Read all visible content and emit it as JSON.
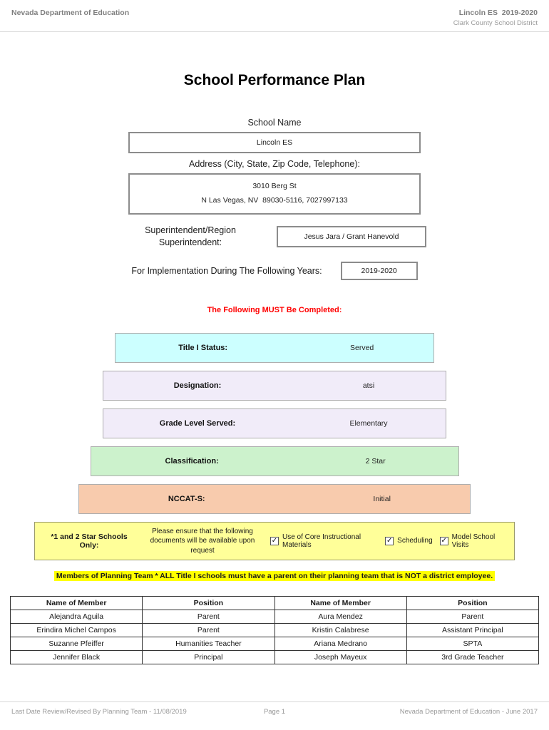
{
  "header": {
    "left": "Nevada Department of Education",
    "right_line1": "Lincoln ES  2019-2020",
    "right_line2": "Clark County School District"
  },
  "title": "School Performance Plan",
  "form": {
    "school_name_label": "School Name",
    "school_name": "Lincoln ES",
    "address_label": "Address (City, State, Zip Code, Telephone):",
    "address_line1": "3010 Berg St",
    "address_line2": "N Las Vegas, NV  89030-5116, 7027997133",
    "superintendent_label": "Superintendent/Region Superintendent:",
    "superintendent": "Jesus Jara / Grant Hanevold",
    "implementation_label": "For Implementation During The Following Years:",
    "implementation_years": "2019-2020"
  },
  "must_complete_notice": "The Following MUST Be Completed:",
  "status_rows": [
    {
      "label": "Title I Status:",
      "value": "Served",
      "color": "#ccffff"
    },
    {
      "label": "Designation:",
      "value": "atsi",
      "color": "#f1ecf9"
    },
    {
      "label": "Grade Level Served:",
      "value": "Elementary",
      "color": "#f1ecf9"
    },
    {
      "label": "Classification:",
      "value": "2 Star",
      "color": "#ccf2cc"
    },
    {
      "label": "NCCAT-S:",
      "value": "Initial",
      "color": "#f8cbad"
    }
  ],
  "star_schools": {
    "label": "*1 and 2 Star Schools Only:",
    "note": "Please ensure that the following documents will be available upon request",
    "check_mark": "✓",
    "checkboxes": [
      {
        "label": "Use of Core Instructional Materials",
        "checked": true
      },
      {
        "label": "Scheduling",
        "checked": true
      },
      {
        "label": "Model School Visits",
        "checked": true
      }
    ]
  },
  "planning_team_notice": "Members of Planning Team * ALL Title I schools must have a parent on their planning team that is NOT a district employee.",
  "members_table": {
    "headers": [
      "Name of Member",
      "Position",
      "Name of Member",
      "Position"
    ],
    "rows": [
      [
        "Alejandra Aguila",
        "Parent",
        "Aura Mendez",
        "Parent"
      ],
      [
        "Erindira Michel Campos",
        "Parent",
        "Kristin Calabrese",
        "Assistant Principal"
      ],
      [
        "Suzanne Pfeiffer",
        "Humanities Teacher",
        "Ariana Medrano",
        "SPTA"
      ],
      [
        "Jennifer Black",
        "Principal",
        "Joseph Mayeux",
        "3rd Grade Teacher"
      ]
    ]
  },
  "footer": {
    "left": "Last Date Review/Revised By Planning Team - 11/08/2019",
    "center": "Page 1",
    "right": "Nevada Department of Education - June 2017"
  }
}
